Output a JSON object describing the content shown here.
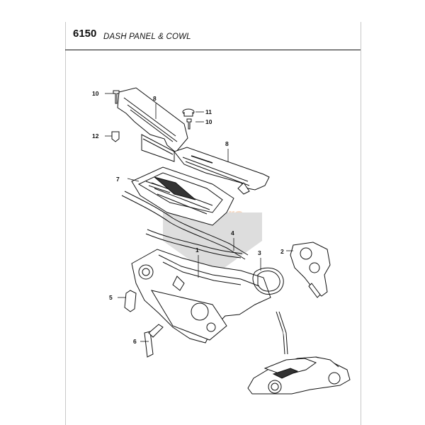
{
  "header": {
    "number": "6150",
    "title": "DASH PANEL & COWL"
  },
  "watermark": {
    "line1": "Kms",
    "line2": "motors"
  },
  "callouts": [
    "1",
    "2",
    "3",
    "4",
    "5",
    "6",
    "7",
    "8",
    "8",
    "10",
    "10",
    "11",
    "12"
  ]
}
